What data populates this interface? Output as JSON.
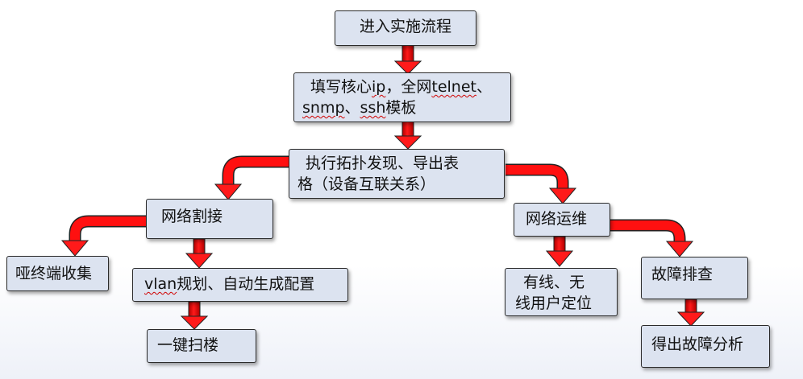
{
  "nodes": {
    "start": "进入实施流程",
    "template": {
      "line1_pre": "填写核心",
      "line1_ip": "ip",
      "line1_mid": "，全网",
      "line1_telnet": "telnet",
      "line1_end": "、",
      "line2_snmp": "snmp",
      "line2_mid": "、",
      "line2_ssh": "ssh",
      "line2_end": "模板"
    },
    "topology": {
      "line1": "执行拓扑发现、导出表",
      "line2": "格（设备互联关系）"
    },
    "cutover": "网络割接",
    "ops": "网络运维",
    "dumb_terminal": "哑终端收集",
    "vlan": {
      "vlan": "vlan",
      "rest": "规划、自动生成配置"
    },
    "one_key": "一键扫楼",
    "locate": {
      "line1": "有线、无",
      "line2": "线用户定位"
    },
    "troubleshoot": "故障排查",
    "analysis": "得出故障分析"
  },
  "colors": {
    "box_fill": "#dce3f0",
    "box_border": "#2b2b2b",
    "arrow": "#e60000"
  }
}
